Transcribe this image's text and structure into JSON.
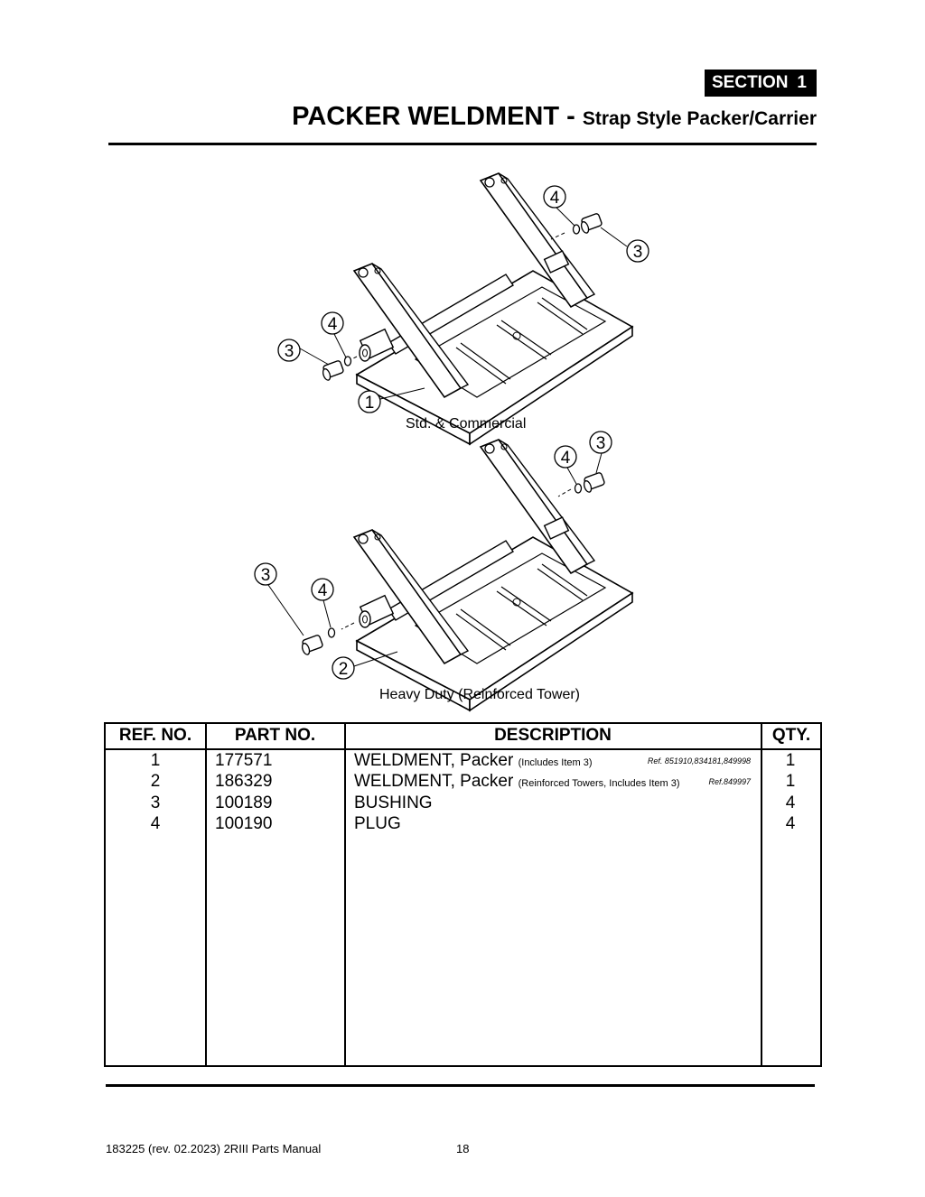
{
  "header": {
    "section_label": "SECTION",
    "section_number": "1",
    "title_main": "PACKER WELDMENT - ",
    "title_sub": "Strap Style Packer/Carrier"
  },
  "figures": {
    "top": {
      "caption": "Std. & Commercial",
      "callouts": [
        "4",
        "3",
        "4",
        "3",
        "1"
      ]
    },
    "bottom": {
      "caption": "Heavy Duty (Reinforced Tower)",
      "callouts": [
        "4",
        "3",
        "3",
        "4",
        "2"
      ]
    }
  },
  "table": {
    "headers": [
      "REF. NO.",
      "PART NO.",
      "DESCRIPTION",
      "QTY."
    ],
    "rows": [
      {
        "ref": "1",
        "part": "177571",
        "desc": "WELDMENT, Packer",
        "note": "(Includes Item 3)",
        "refnote": "Ref. 851910,834181,849998",
        "qty": "1"
      },
      {
        "ref": "2",
        "part": "186329",
        "desc": "WELDMENT, Packer",
        "note": "(Reinforced Towers, Includes Item 3)",
        "refnote": "Ref.849997",
        "qty": "1"
      },
      {
        "ref": "3",
        "part": "100189",
        "desc": "BUSHING",
        "note": "",
        "refnote": "",
        "qty": "4"
      },
      {
        "ref": "4",
        "part": "100190",
        "desc": "PLUG",
        "note": "",
        "refnote": "",
        "qty": "4"
      }
    ]
  },
  "footer": {
    "doc": "183225  (rev. 02.2023) 2RIII Parts Manual",
    "page": "18"
  }
}
